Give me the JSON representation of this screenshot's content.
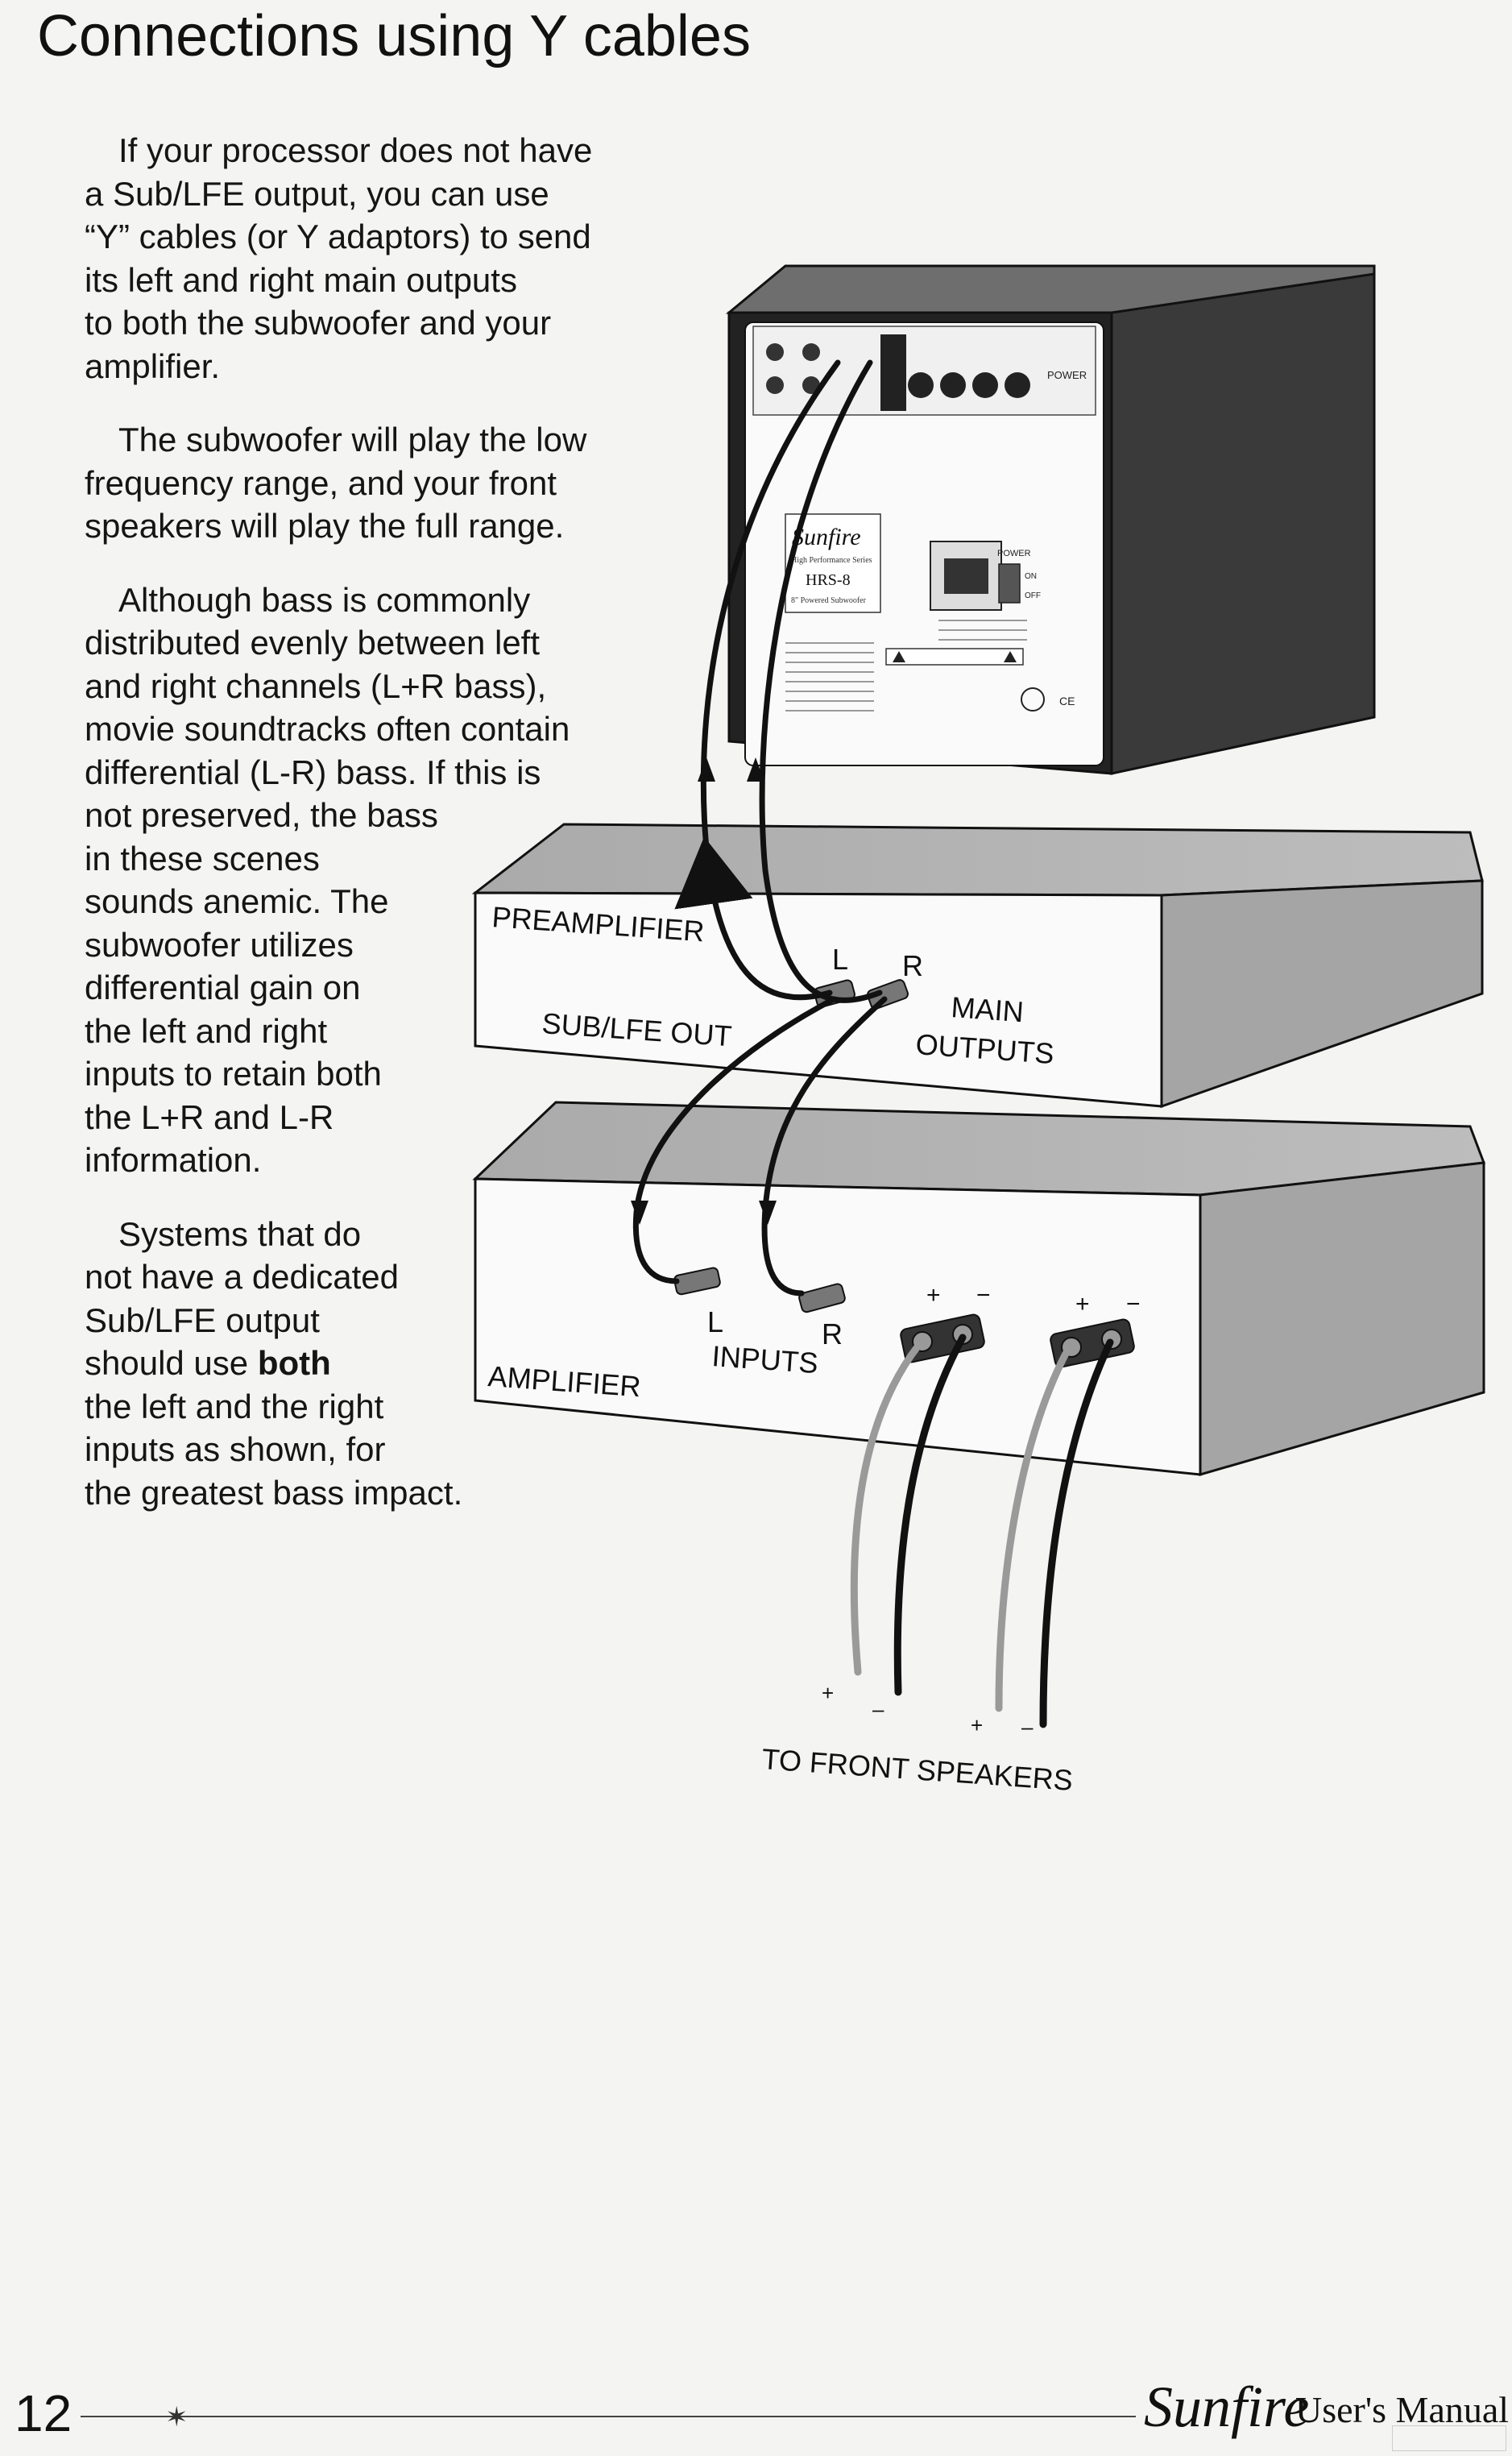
{
  "page": {
    "title": "Connections using Y cables",
    "paragraphs": [
      {
        "lines": [
          "If your processor does not have",
          "a Sub/LFE output, you can use",
          "“Y” cables (or Y adaptors) to send",
          "its left and right main outputs",
          "to both the subwoofer and your",
          "amplifier."
        ]
      },
      {
        "lines": [
          "The subwoofer will play the low",
          "frequency range, and your front",
          "speakers will play the full range."
        ]
      },
      {
        "lines": [
          "Although bass is commonly",
          "distributed evenly between left",
          "and right channels (L+R bass),",
          "movie soundtracks often contain",
          "differential (L-R) bass. If this is",
          "not preserved, the bass",
          "in these scenes",
          "sounds anemic. The",
          "subwoofer utilizes",
          "differential gain on",
          "the left and right",
          "inputs to retain both",
          "the L+R and L-R",
          "information."
        ]
      },
      {
        "lines_before_bold": [
          "Systems that do",
          "not have a dedicated",
          "Sub/LFE output"
        ],
        "bold_line_prefix": "should use ",
        "bold_word": "both",
        "lines_after_bold": [
          "the left and the right",
          "inputs as shown, for",
          "the greatest bass impact."
        ]
      }
    ]
  },
  "diagram": {
    "subwoofer": {
      "brand": "Sunfire",
      "subbrand": "High Performance Series",
      "model": "HRS-8",
      "model_desc": "8\" Powered Subwoofer",
      "power_label": "POWER",
      "on_label": "ON",
      "off_label": "OFF"
    },
    "preamplifier": {
      "label": "PREAMPLIFIER",
      "sub_out_label": "SUB/LFE OUT",
      "l_label": "L",
      "r_label": "R",
      "main_outputs_line1": "MAIN",
      "main_outputs_line2": "OUTPUTS"
    },
    "amplifier": {
      "label": "AMPLIFIER",
      "l_label": "L",
      "r_label": "R",
      "inputs_label": "INPUTS",
      "plus": "+",
      "minus": "−"
    },
    "speakers_label": "TO FRONT SPEAKERS",
    "wire_plus": "+",
    "wire_minus": "–"
  },
  "footer": {
    "page_number": "12",
    "star": "✶",
    "brand": "Sunfire",
    "manual": "User's Manual"
  }
}
